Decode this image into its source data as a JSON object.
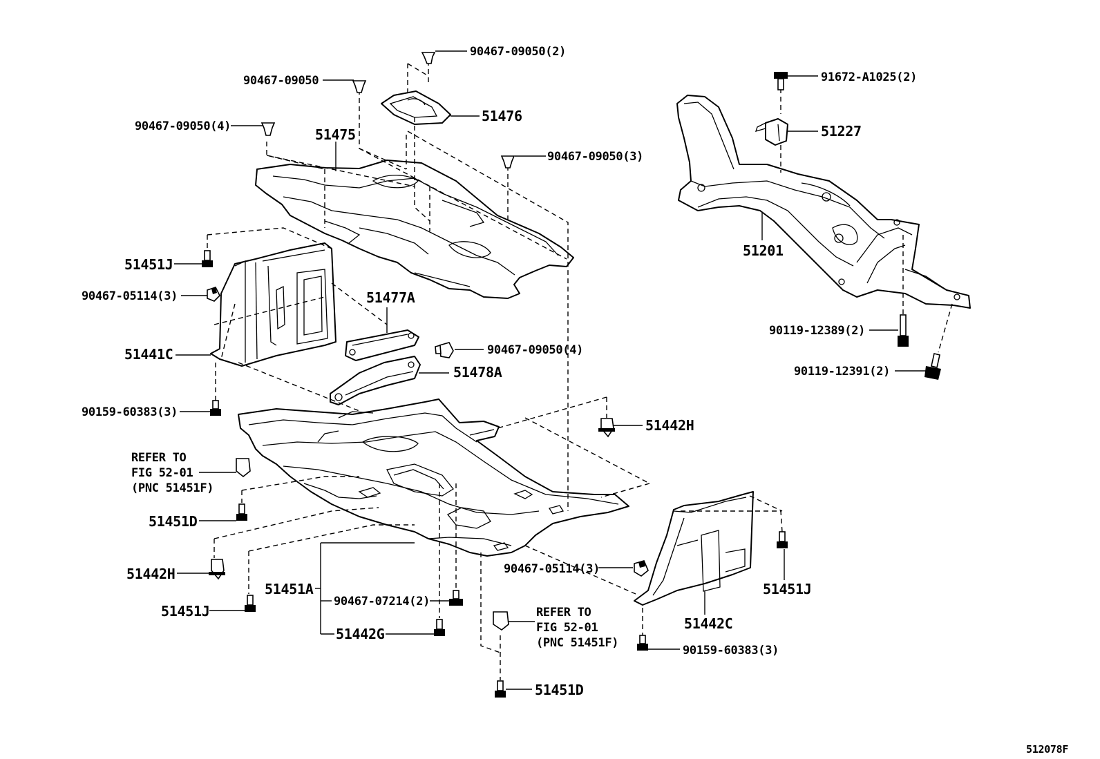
{
  "labels": {
    "l_90467_09050_2": "90467-09050(2)",
    "l_90467_09050": "90467-09050",
    "l_51476": "51476",
    "l_90467_09050_4a": "90467-09050(4)",
    "l_51475": "51475",
    "l_90467_09050_3": "90467-09050(3)",
    "l_51451J_a": "51451J",
    "l_90467_05114_3a": "90467-05114(3)",
    "l_51477A": "51477A",
    "l_90467_09050_4b": "90467-09050(4)",
    "l_51441C": "51441C",
    "l_51478A": "51478A",
    "l_90159_60383_3a": "90159-60383(3)",
    "l_51442H_a": "51442H",
    "l_refer_a_1": "REFER TO",
    "l_refer_a_2": "FIG 52-01",
    "l_refer_a_3": "(PNC 51451F)",
    "l_51451D_a": "51451D",
    "l_51442H_b": "51442H",
    "l_51451A": "51451A",
    "l_90467_07214_2": "90467-07214(2)",
    "l_51451J_b": "51451J",
    "l_51442G": "51442G",
    "l_90467_05114_3b": "90467-05114(3)",
    "l_refer_b_1": "REFER TO",
    "l_refer_b_2": "FIG 52-01",
    "l_refer_b_3": "(PNC 51451F)",
    "l_51451D_b": "51451D",
    "l_51442C": "51442C",
    "l_90159_60383_3b": "90159-60383(3)",
    "l_51451J_c": "51451J",
    "l_91672_A1025_2": "91672-A1025(2)",
    "l_51227": "51227",
    "l_51201": "51201",
    "l_90119_12389_2": "90119-12389(2)",
    "l_90119_12391_2": "90119-12391(2)",
    "l_figure_code": "512078F"
  }
}
